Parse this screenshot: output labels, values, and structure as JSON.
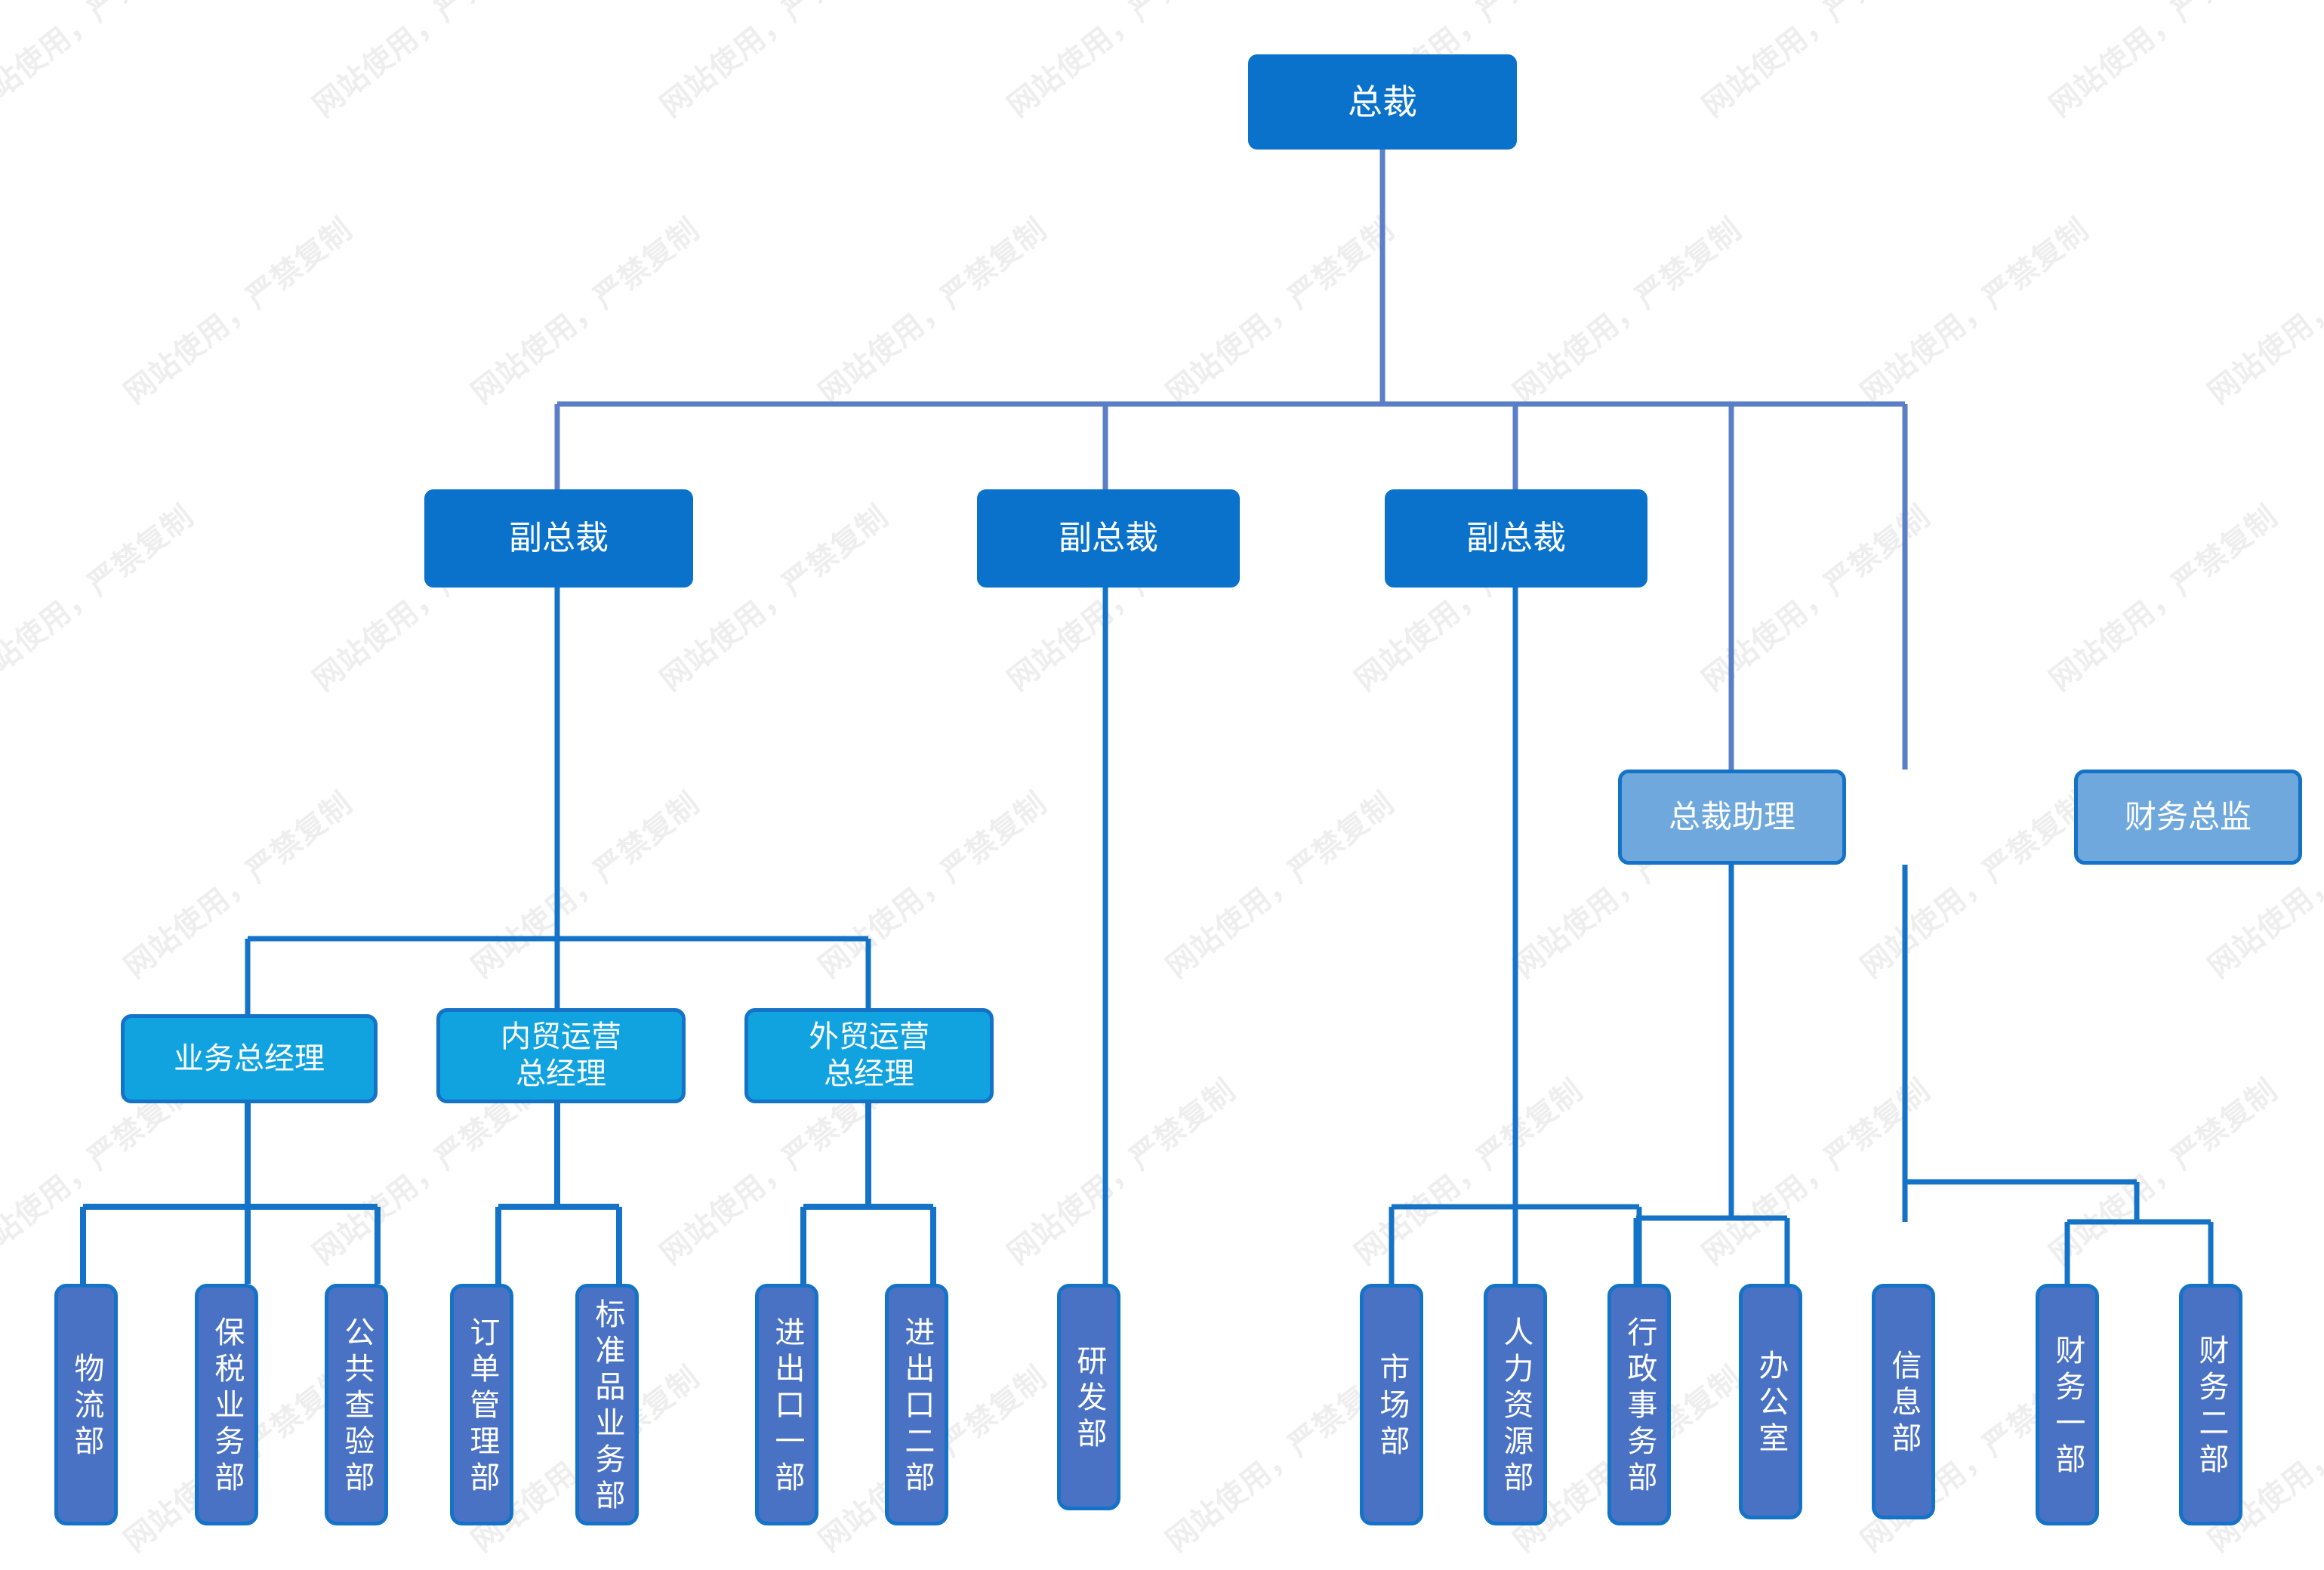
{
  "chart_title": "",
  "watermark": {
    "text": "网站使用，严禁复制",
    "color": "#787878"
  },
  "palette": {
    "root_fill": "#0a72cb",
    "vp_fill": "#0a72cb",
    "staff_fill": "#6fa8dc",
    "gm_fill": "#11a2e0",
    "dept_fill": "#4a72c4",
    "node_border": "#1473c6",
    "connector": "#1473c6",
    "top_connector": "#5b7fc7",
    "text": "#ffffff",
    "background": "#ffffff"
  },
  "org": {
    "root": {
      "label": "总裁"
    },
    "vice_presidents": [
      {
        "label": "副总裁"
      },
      {
        "label": "副总裁"
      },
      {
        "label": "副总裁"
      }
    ],
    "staff": [
      {
        "label": "总裁助理"
      },
      {
        "label": "财务总监"
      }
    ],
    "general_managers": [
      {
        "label": "业务总经理"
      },
      {
        "label": "内贸运营\n总经理",
        "line1": "内贸运营",
        "line2": "总经理"
      },
      {
        "label": "外贸运营\n总经理",
        "line1": "外贸运营",
        "line2": "总经理"
      }
    ],
    "departments": [
      {
        "label": "物流部",
        "parent": "业务总经理"
      },
      {
        "label": "保税业务部",
        "parent": "业务总经理"
      },
      {
        "label": "公共查验部",
        "parent": "业务总经理"
      },
      {
        "label": "订单管理部",
        "parent": "内贸运营总经理"
      },
      {
        "label": "标准品业务部",
        "parent": "内贸运营总经理"
      },
      {
        "label": "进出口一部",
        "parent": "外贸运营总经理"
      },
      {
        "label": "进出口二部",
        "parent": "外贸运营总经理"
      },
      {
        "label": "研发部",
        "parent": "副总裁2"
      },
      {
        "label": "市场部",
        "parent": "副总裁3"
      },
      {
        "label": "人力资源部",
        "parent": "副总裁3"
      },
      {
        "label": "行政事务部",
        "parent": "副总裁3"
      },
      {
        "label": "办公室",
        "parent": "总裁助理"
      },
      {
        "label": "信息部",
        "parent": "总裁助理"
      },
      {
        "label": "财务一部",
        "parent": "财务总监"
      },
      {
        "label": "财务二部",
        "parent": "财务总监"
      }
    ]
  }
}
